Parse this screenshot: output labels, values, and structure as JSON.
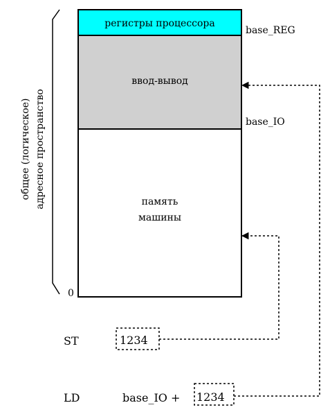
{
  "regions": {
    "registers": "регистры процессора",
    "io": "ввод-вывод",
    "memory_line1": "память",
    "memory_line2": "машины"
  },
  "addresses": {
    "base_reg": "base_REG",
    "base_io": "base_IO",
    "zero": "0"
  },
  "space_label": {
    "line1": "общее (логическое)",
    "line2": "адресное пространство"
  },
  "commands": {
    "st": {
      "op": "ST",
      "operand": "1234"
    },
    "ld": {
      "op": "LD",
      "prefix": "base_IO +",
      "operand": "1234"
    }
  },
  "colors": {
    "registers": "#00ffff",
    "io": "#d0d0d0",
    "memory": "#ffffff"
  }
}
